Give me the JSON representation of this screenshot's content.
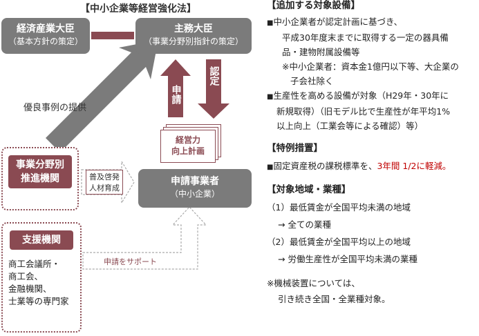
{
  "title": "【中小企業等経営強化法】",
  "boxes": {
    "meti": {
      "main": "経済産業大臣",
      "sub": "（基本方針の策定）"
    },
    "minister": {
      "main": "主務大臣",
      "sub": "（事業分野別指針の策定）"
    },
    "applicant": {
      "main": "申請事業者",
      "sub": "（中小企業）"
    },
    "promotion": {
      "line1": "事業分野別",
      "line2": "推進機関"
    },
    "support": {
      "label": "支援機関",
      "lines": [
        "商工会議所・",
        "商工会、",
        "金融機関、",
        "士業等の専門家"
      ]
    }
  },
  "labels": {
    "best_practice": "優良事例の提供",
    "apply": "申請",
    "certify": "認定",
    "plan_line1": "経営力",
    "plan_line2": "向上計画",
    "spread_line1": "普及啓発",
    "spread_line2": "人材育成",
    "support_apply": "申請をサポート"
  },
  "right": {
    "sec1_title": "【追加する対象設備】",
    "sec1_item1": [
      "中小企業者が認定計画に基づき、",
      "平成30年度末までに取得する一定の器具備",
      "品・建物附属設備等"
    ],
    "sec1_note": [
      "※中小企業者：資本金1億円以下等、大企業の",
      "子会社除く"
    ],
    "sec1_item2": [
      "生産性を高める設備が対象（H29年・30年に",
      "新規取得）（旧モデル比で生産性が年平均1%",
      "以上向上（工業会等による確認）等）"
    ],
    "sec2_title": "【特例措置】",
    "sec2_item_prefix": "固定資産税の課税標準を、",
    "sec2_item_red": "3年間 1/2に軽減。",
    "sec3_title": "【対象地域・業種】",
    "sec3_lines": [
      "（1）最低賃金が全国平均未満の地域",
      "→ 全ての業種",
      "（2）最低賃金が全国平均以上の地域",
      "→ 労働生産性が全国平均未満の業種"
    ],
    "sec4_lines": [
      "※機械装置については、",
      "引き続き全国・全業種対象。"
    ]
  },
  "colors": {
    "gray": "#7b7b7b",
    "maroon": "#8a4a52",
    "red": "#c00000"
  }
}
